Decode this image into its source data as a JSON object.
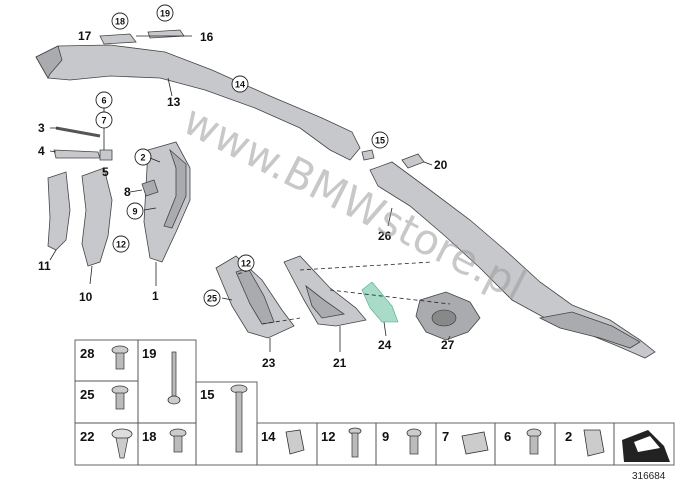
{
  "callouts": {
    "c1": "1",
    "c2": "2",
    "c3": "3",
    "c4": "4",
    "c5": "5",
    "c6": "6",
    "c7": "7",
    "c8": "8",
    "c9": "9",
    "c10": "10",
    "c11": "11",
    "c12a": "12",
    "c12b": "12",
    "c13": "13",
    "c14": "14",
    "c15": "15",
    "c16": "16",
    "c17": "17",
    "c18": "18",
    "c19": "19",
    "c20": "20",
    "c21": "21",
    "c23": "23",
    "c24": "24",
    "c25": "25",
    "c26": "26",
    "c27": "27"
  },
  "table": {
    "r28": "28",
    "r19": "19",
    "r25": "25",
    "r22": "22",
    "r18": "18",
    "r15": "15",
    "r14": "14",
    "r12": "12",
    "r9": "9",
    "r7": "7",
    "r6": "6",
    "r2": "2"
  },
  "watermark": "www.BMWstore.pl",
  "reference_number": "316684",
  "icons": [
    "screw-icon",
    "clip-icon",
    "nut-icon",
    "arrow-icon"
  ]
}
